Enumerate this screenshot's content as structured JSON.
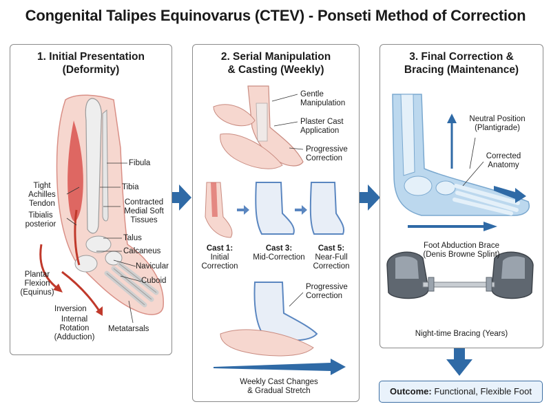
{
  "title": "Congenital Talipes Equinovarus (CTEV) - Ponseti Method of Correction",
  "panel1": {
    "title_line1": "1. Initial Presentation",
    "title_line2": "(Deformity)",
    "labels": {
      "fibula": "Fibula",
      "tibia": "Tibia",
      "tight_achilles_1": "Tight",
      "tight_achilles_2": "Achilles",
      "tight_achilles_3": "Tendon",
      "contracted_1": "Contracted",
      "contracted_2": "Medial Soft",
      "contracted_3": "Tissues",
      "tibialis_1": "Tibialis",
      "tibialis_2": "posterior",
      "talus": "Talus",
      "calcaneus": "Calcaneus",
      "navicular": "Navicular",
      "cuboid": "Cuboid",
      "plantar_1": "Plantar",
      "plantar_2": "Flexion",
      "plantar_3": "(Equinus)",
      "inversion": "Inversion",
      "internal_1": "Internal",
      "internal_2": "Rotation",
      "internal_3": "(Adduction)",
      "metatarsals": "Metatarsals"
    }
  },
  "panel2": {
    "title_line1": "2. Serial Manipulation",
    "title_line2": "& Casting (Weekly)",
    "labels": {
      "gentle_1": "Gentle",
      "gentle_2": "Manipulation",
      "plaster_1": "Plaster Cast",
      "plaster_2": "Application",
      "progressive_1": "Progressive",
      "progressive_2": "Correction",
      "cast1_title": "Cast 1:",
      "cast1_1": "Initial",
      "cast1_2": "Correction",
      "cast3_title": "Cast 3:",
      "cast3_1": "Mid-Correction",
      "cast5_title": "Cast 5:",
      "cast5_1": "Near-Full",
      "cast5_2": "Correction",
      "progressive2_1": "Progressive",
      "progressive2_2": "Correction",
      "weekly_1": "Weekly Cast Changes",
      "weekly_2": "& Gradual Stretch"
    }
  },
  "panel3": {
    "title_line1": "3. Final Correction &",
    "title_line2": "Bracing (Maintenance)",
    "labels": {
      "neutral_1": "Neutral Position",
      "neutral_2": "(Plantigrade)",
      "corrected_1": "Corrected",
      "corrected_2": "Anatomy",
      "brace_1": "Foot Abduction Brace",
      "brace_2": "(Denis Browne Splint)",
      "night": "Night-time Bracing (Years)"
    }
  },
  "outcome": {
    "label": "Outcome:",
    "text": "Functional, Flexible Foot"
  },
  "colors": {
    "arrow_blue": "#2f6aa6",
    "muscle_red": "#d9534f",
    "skin": "#f6d7cf",
    "bone": "#eeeeee",
    "xray_blue": "#bcd8ee",
    "cast_blue": "#5a86c0",
    "shoe_gray": "#5f6770"
  }
}
